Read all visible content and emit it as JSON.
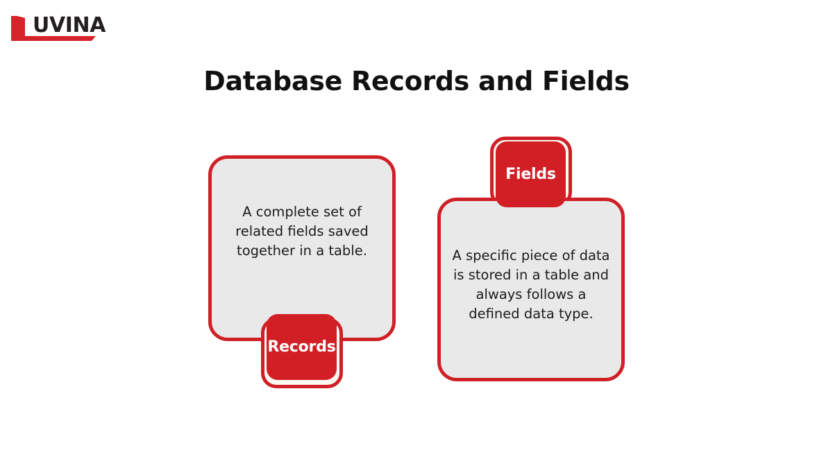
{
  "brand": {
    "logo_name": "luvina-logo",
    "wordmark": "UVINA",
    "mark_letter": "L",
    "red": "#d6232a",
    "text_color": "#231f20"
  },
  "header": {
    "title": "Database Records and Fields"
  },
  "colors": {
    "accent_red": "#cf2027",
    "badge_red": "#d21f26",
    "card_fill": "#e9e9e9",
    "badge_gap": "#fdf8f0",
    "background": "#ffffff",
    "body_text": "#1b1b1b"
  },
  "cards": [
    {
      "id": "records",
      "badge_label": "Records",
      "badge_position": "bottom",
      "body_text": "A complete set of related fields saved together in a table."
    },
    {
      "id": "fields",
      "badge_label": "Fields",
      "badge_position": "top",
      "body_text": "A specific piece of data is stored in a table and always follows a defined data type."
    }
  ]
}
